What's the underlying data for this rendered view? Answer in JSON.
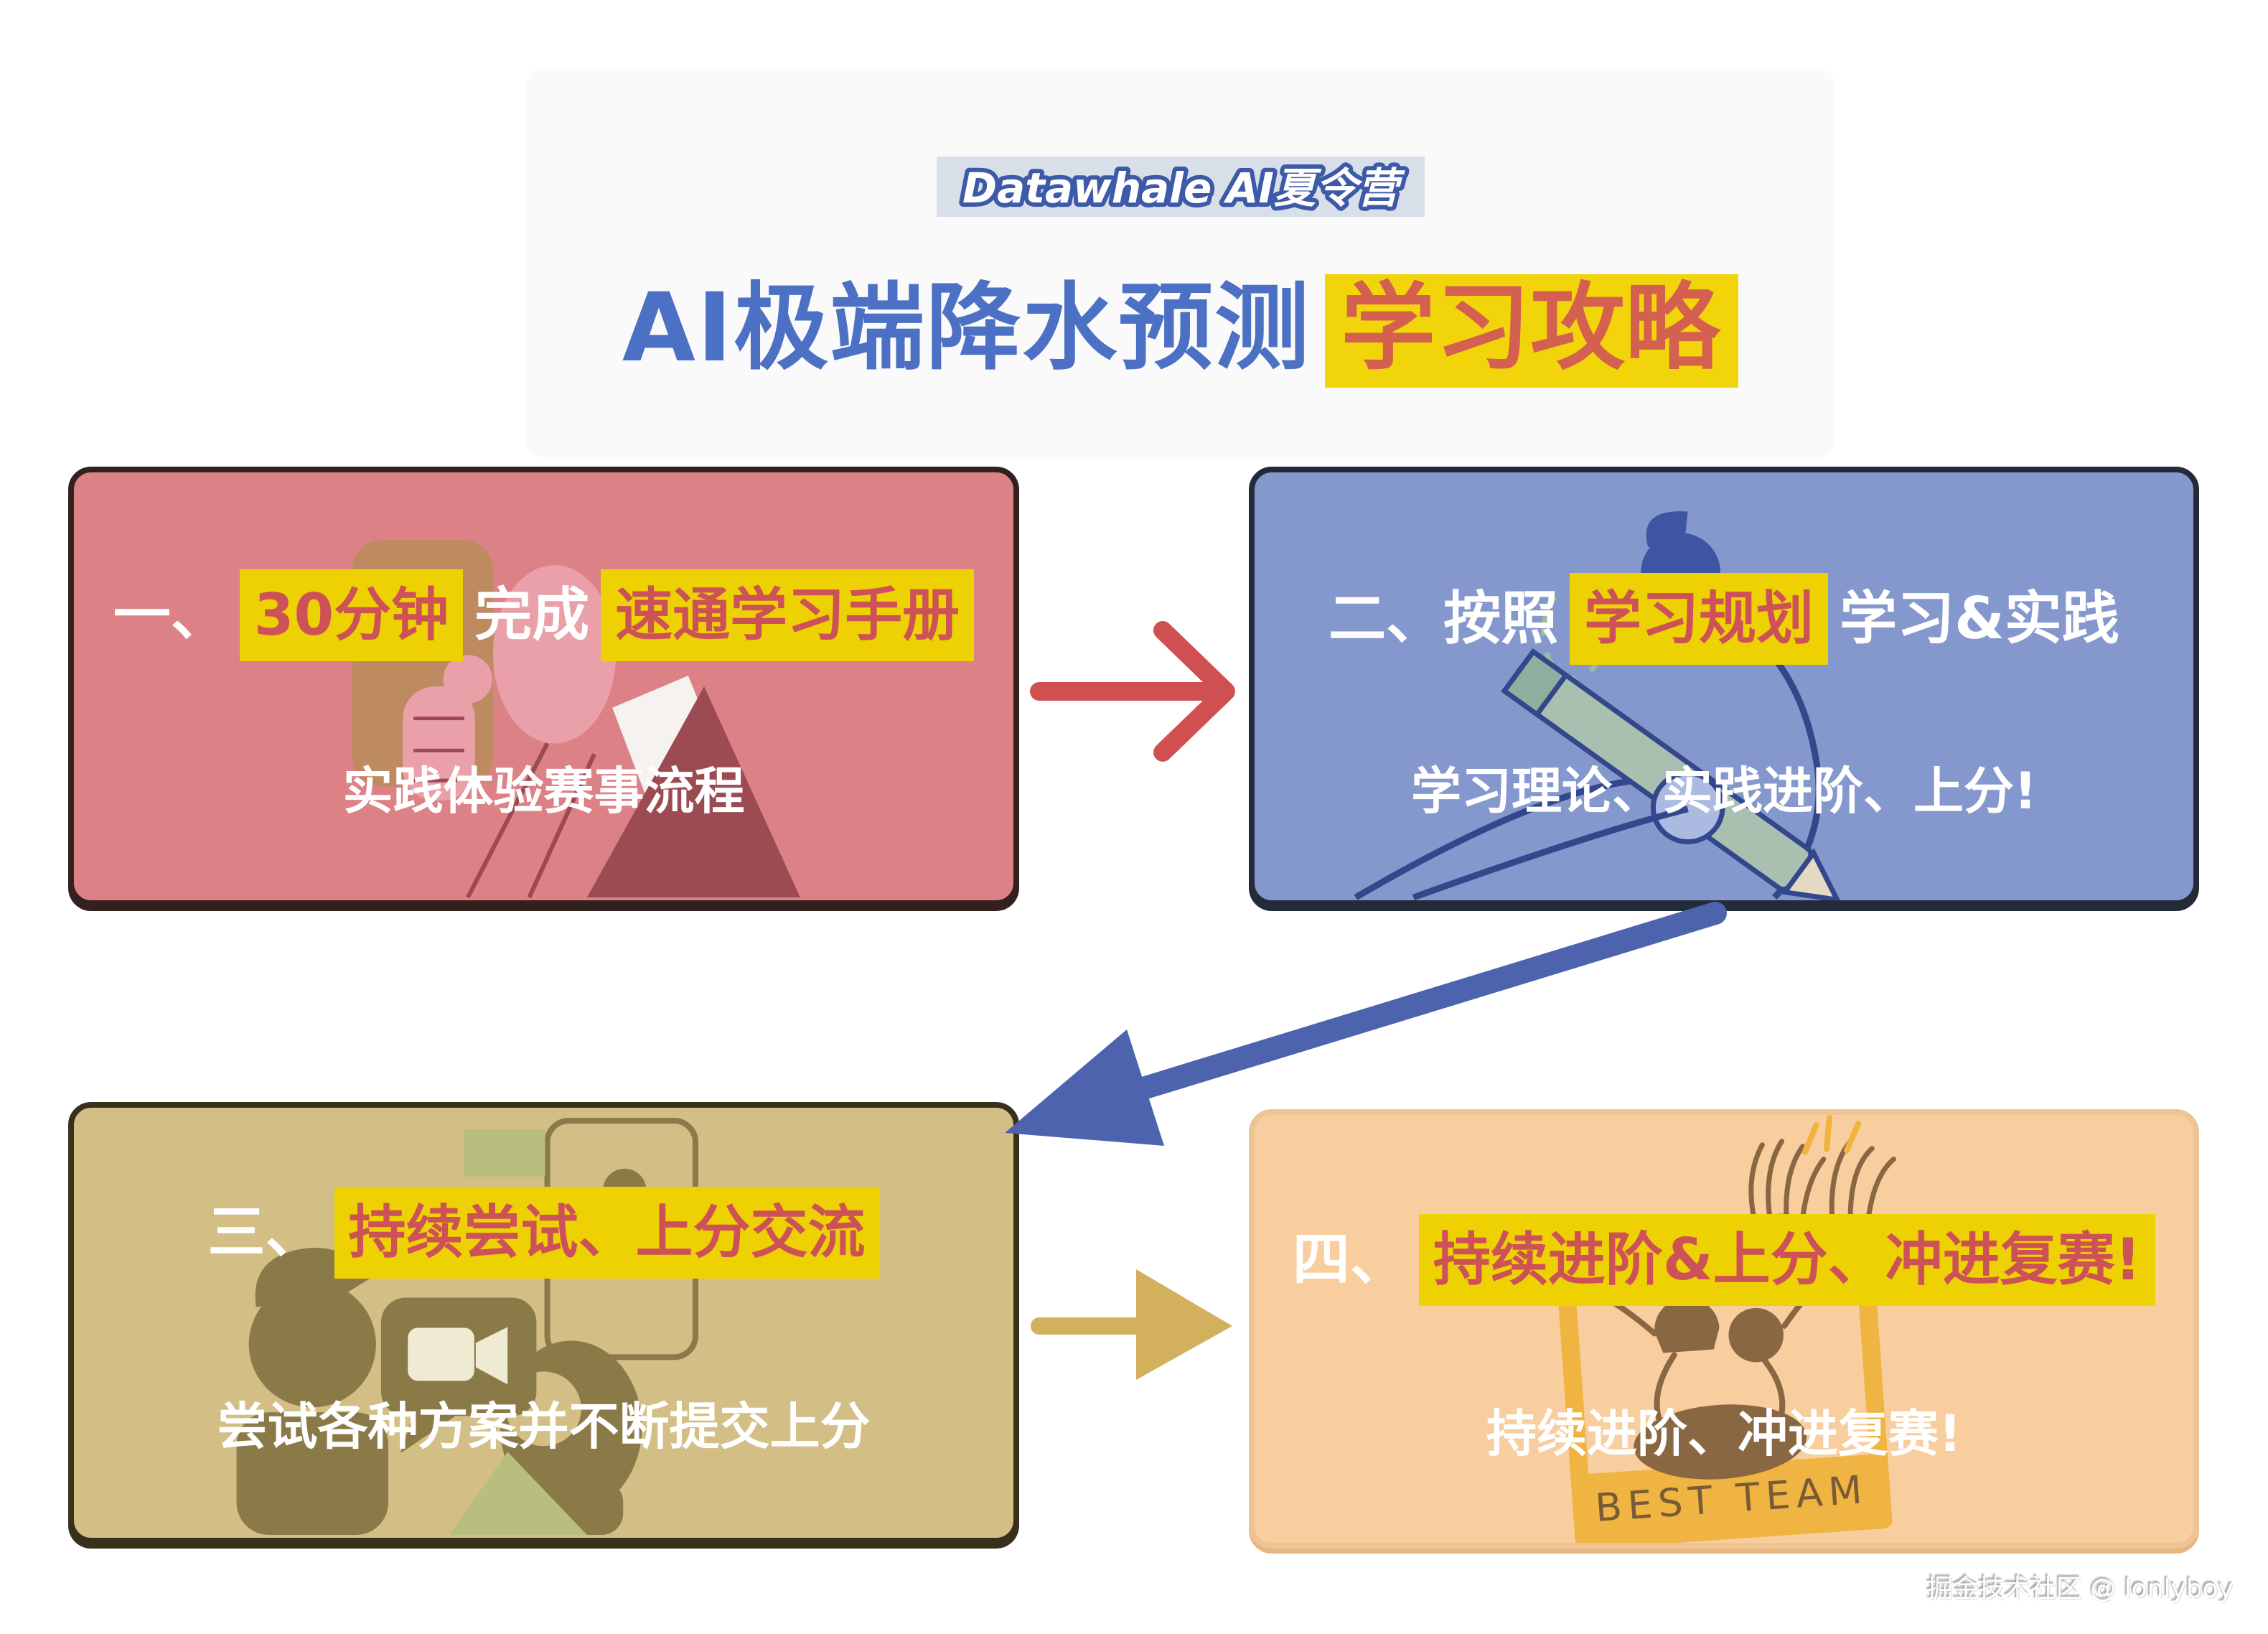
{
  "header": {
    "badge": "Datawhale AI夏令营",
    "title": {
      "main": "AI极端降水预测",
      "highlight": "学习攻略"
    }
  },
  "boxes": [
    {
      "id": "step-1",
      "segments": [
        {
          "text": "一、",
          "highlight": false
        },
        {
          "text": "30分钟",
          "highlight": true
        },
        {
          "text": "完成",
          "highlight": false
        },
        {
          "text": "速通学习手册",
          "highlight": true
        }
      ],
      "subtitle": "实践体验赛事流程"
    },
    {
      "id": "step-2",
      "segments": [
        {
          "text": "二、按照",
          "highlight": false
        },
        {
          "text": "学习规划",
          "highlight": true
        },
        {
          "text": "学习&实践",
          "highlight": false
        }
      ],
      "subtitle": "学习理论、实践进阶、上分!"
    },
    {
      "id": "step-3",
      "segments": [
        {
          "text": "三、",
          "highlight": false
        },
        {
          "text": "持续尝试、上分交流",
          "highlight": true
        }
      ],
      "subtitle": "尝试各种方案并不断提交上分"
    },
    {
      "id": "step-4",
      "segments": [
        {
          "text": "四、",
          "highlight": false
        },
        {
          "text": "持续进阶&上分、冲进复赛!",
          "highlight": true
        }
      ],
      "subtitle": "持续进阶、冲进复赛!"
    }
  ],
  "illustrations": {
    "best_team_label": "BEST TEAM"
  },
  "watermark": "掘金技术社区 @ lonlyboy",
  "colors": {
    "title_blue": "#4B70C4",
    "highlight_yellow": "#EDD103",
    "highlight_red": "#CD5257",
    "badge_bg": "#D9DFE9",
    "badge_outline_blue": "#3D5AA8",
    "card1_bg": "#DC8186",
    "card1_border": "#33211F",
    "card2_bg": "#8598CD",
    "card2_border": "#232B3B",
    "card3_bg": "#D3BE85",
    "card3_border": "#38301B",
    "card4_bg": "#F8CE9E",
    "card4_border": "#EEC494",
    "arrow_red": "#D05052",
    "arrow_blue": "#4D63AE",
    "arrow_tan": "#D2B05E"
  }
}
